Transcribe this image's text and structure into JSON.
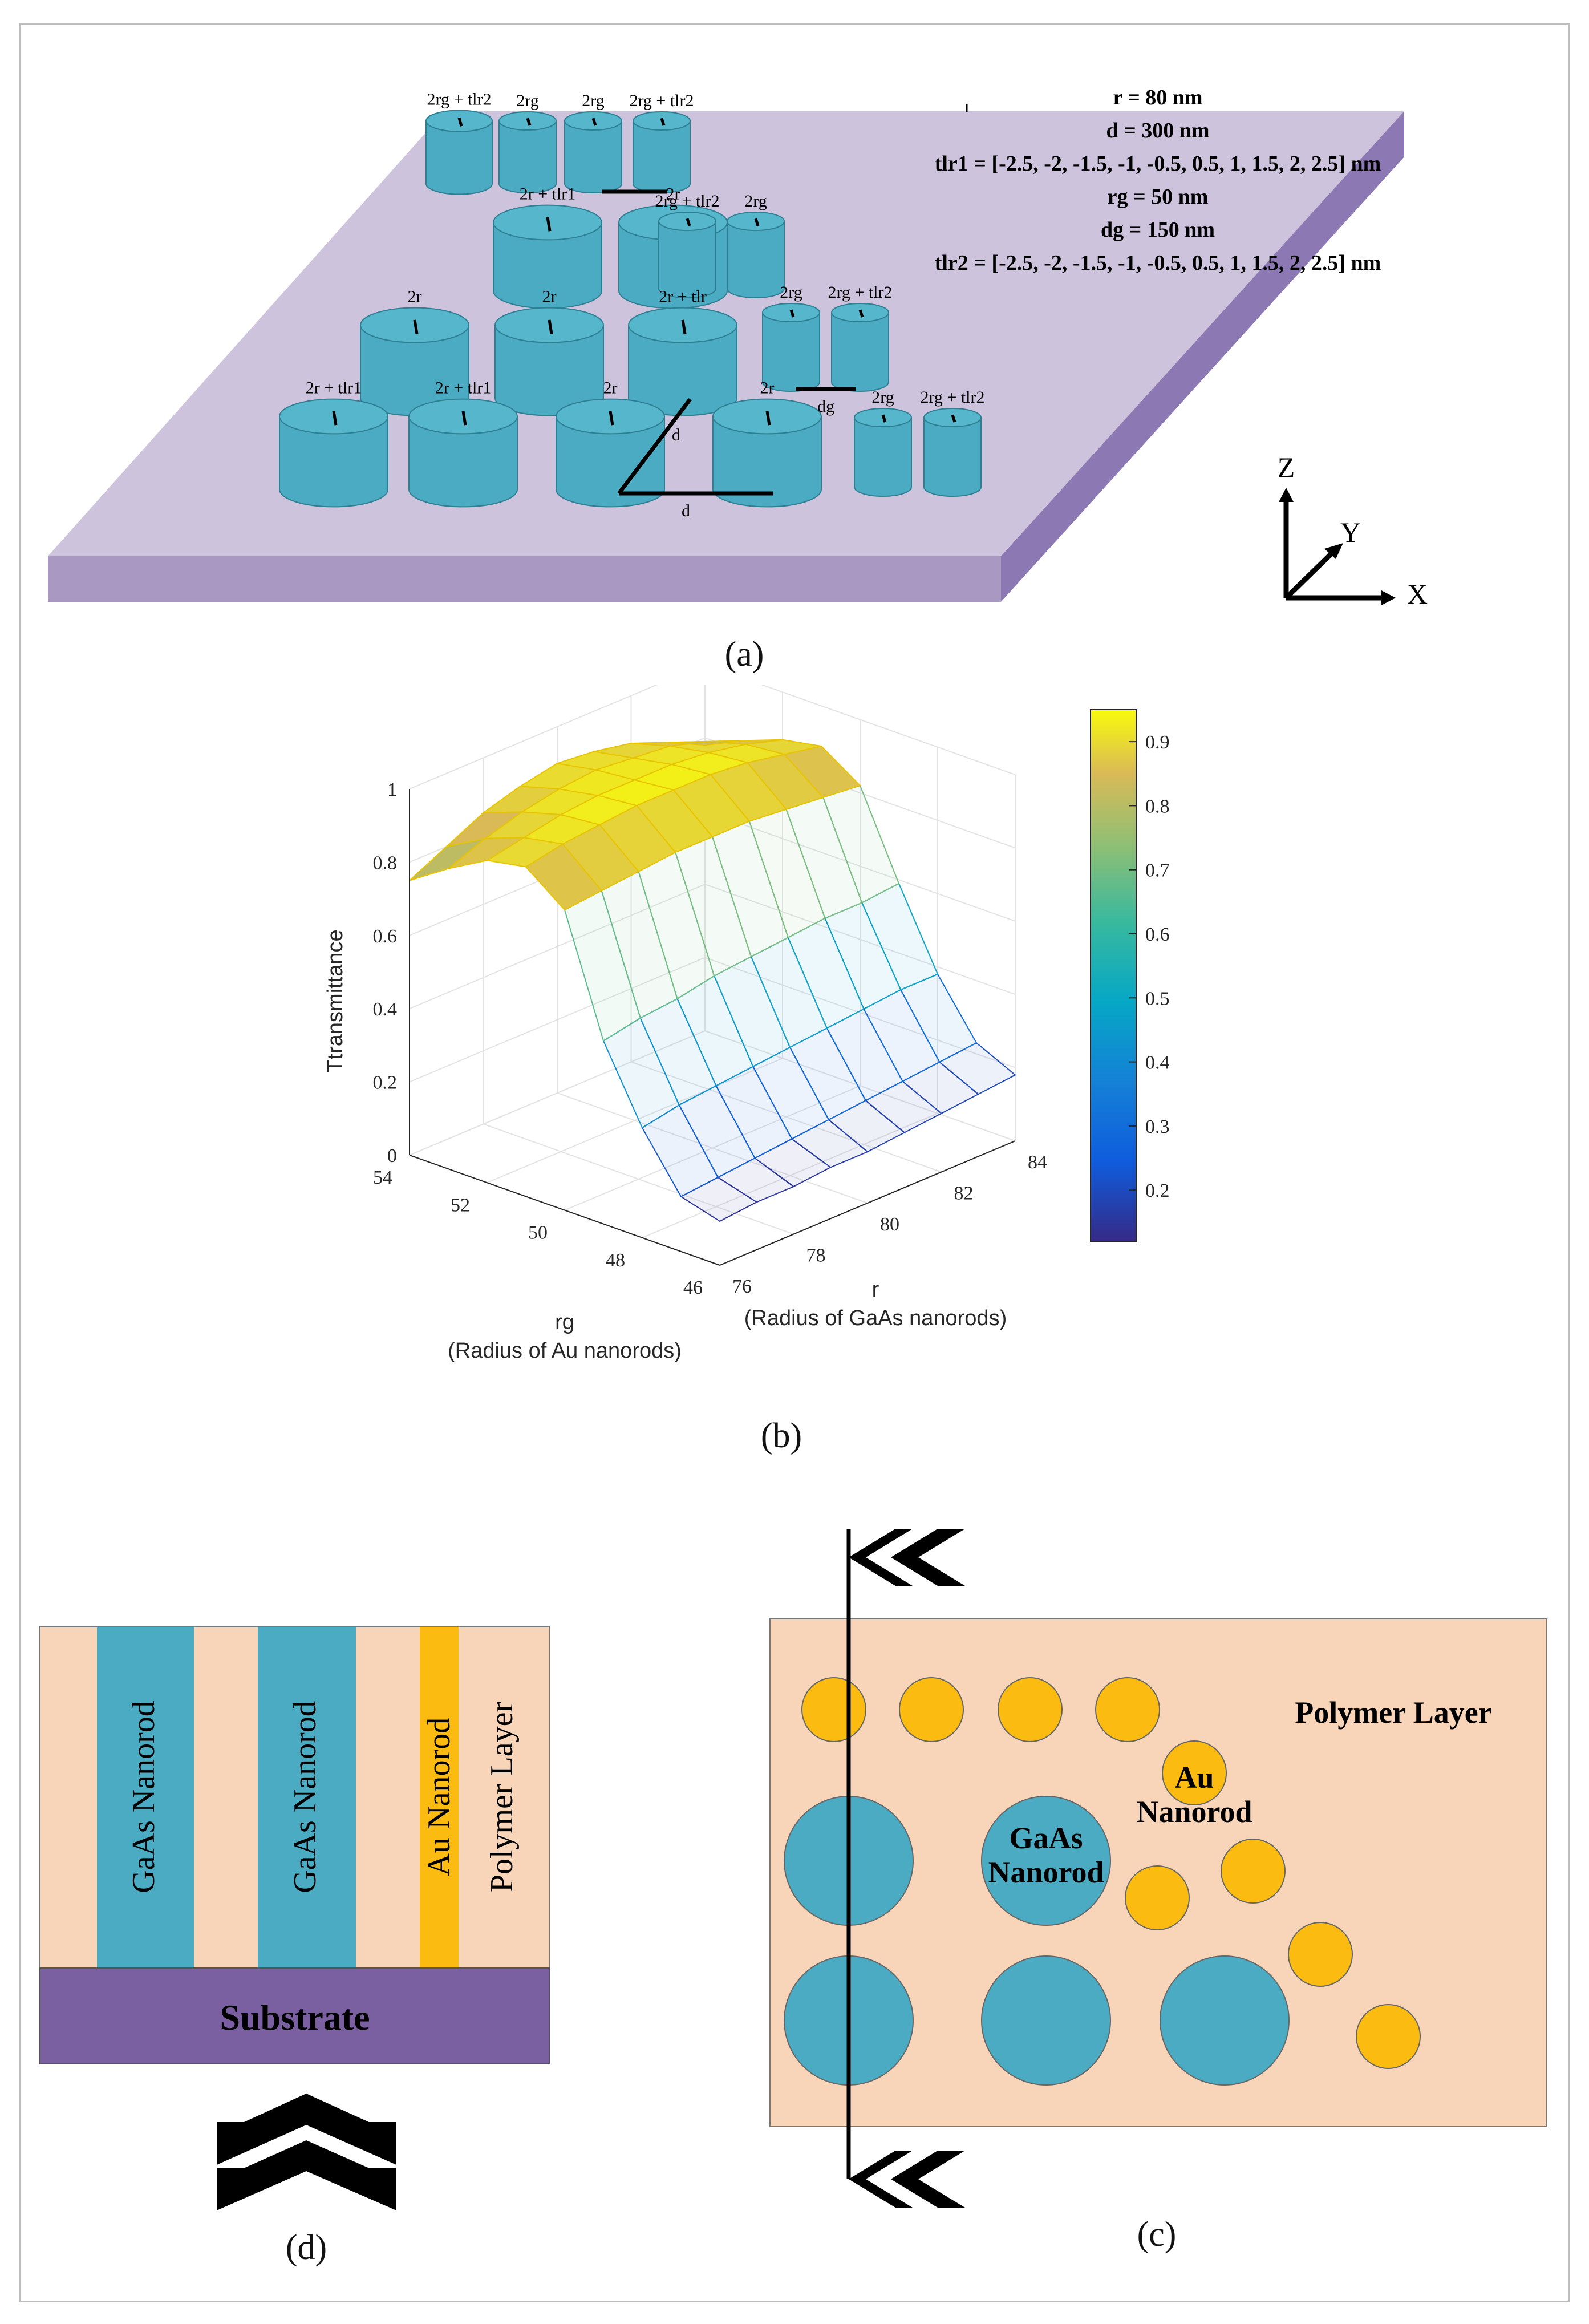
{
  "panel_a": {
    "caption": "(a)",
    "params": [
      "r = 80 nm",
      "d = 300 nm",
      "tlr1 = [-2.5, -2, -1.5, -1, -0.5, 0.5, 1, 1.5, 2, 2.5] nm",
      "rg = 50 nm",
      "dg = 150 nm",
      "tlr2 = [-2.5, -2, -1.5, -1, -0.5, 0.5, 1, 1.5, 2, 2.5] nm"
    ],
    "labels": {
      "row1": [
        "2rg + tlr2",
        "2rg",
        "2rg",
        "2rg + tlr2"
      ],
      "row2": [
        "2r + tlr1",
        "2r",
        "2rg + tlr2",
        "2rg"
      ],
      "row3": [
        "2r",
        "2r",
        "2r + tlr",
        "2rg",
        "2rg + tlr2"
      ],
      "row4": [
        "2r + tlr1",
        "2r + tlr1",
        "2r",
        "2r",
        "2rg",
        "2rg + tlr2"
      ],
      "d": "d",
      "dg": "dg"
    },
    "axes": {
      "z": "Z",
      "y": "Y",
      "x": "X"
    },
    "colors": {
      "substrate_top": "#cdc3dc",
      "substrate_side": "#a898c2",
      "substrate_right": "#8c78b2",
      "nanorod": "#4aabc2"
    }
  },
  "panel_b": {
    "caption": "(b)",
    "zlabel": "Ttransmittance",
    "xlabel": "rg",
    "xlabel_sub": "(Radius of Au nanorods)",
    "ylabel": "r",
    "ylabel_sub": "(Radius of GaAs nanorods)",
    "z_ticks": [
      "0",
      "0.2",
      "0.4",
      "0.6",
      "0.8",
      "1"
    ],
    "rg_ticks": [
      "54",
      "52",
      "50",
      "48",
      "46"
    ],
    "r_ticks": [
      "76",
      "78",
      "80",
      "82",
      "84"
    ],
    "colorbar_ticks": [
      "0.9",
      "0.8",
      "0.7",
      "0.6",
      "0.5",
      "0.4",
      "0.3",
      "0.2"
    ]
  },
  "chart_data": {
    "type": "surface",
    "title": "",
    "xlabel": "rg (Radius of Au nanorods)",
    "ylabel": "r (Radius of GaAs nanorods)",
    "zlabel": "Ttransmittance",
    "x_range": [
      46,
      54
    ],
    "y_range": [
      76,
      84
    ],
    "z_range": [
      0,
      1
    ],
    "colorbar_range": [
      0.12,
      0.95
    ],
    "colormap": "parula",
    "grid": true,
    "colorbar": "right",
    "x": [
      46,
      47,
      48,
      49,
      50,
      51,
      52,
      53,
      54
    ],
    "y": [
      76,
      77,
      78,
      79,
      80,
      81,
      82,
      83,
      84
    ],
    "z_by_rg": [
      [
        0.12,
        0.13,
        0.13,
        0.14,
        0.14,
        0.15,
        0.16,
        0.17,
        0.18
      ],
      [
        0.15,
        0.16,
        0.17,
        0.18,
        0.19,
        0.2,
        0.21,
        0.22,
        0.23
      ],
      [
        0.3,
        0.32,
        0.33,
        0.34,
        0.35,
        0.36,
        0.37,
        0.38,
        0.38
      ],
      [
        0.5,
        0.52,
        0.53,
        0.55,
        0.56,
        0.57,
        0.58,
        0.58,
        0.59
      ],
      [
        0.82,
        0.83,
        0.84,
        0.85,
        0.85,
        0.85,
        0.84,
        0.83,
        0.82
      ],
      [
        0.9,
        0.92,
        0.93,
        0.94,
        0.94,
        0.94,
        0.93,
        0.91,
        0.89
      ],
      [
        0.88,
        0.9,
        0.92,
        0.93,
        0.93,
        0.93,
        0.92,
        0.9,
        0.87
      ],
      [
        0.82,
        0.86,
        0.89,
        0.91,
        0.92,
        0.91,
        0.9,
        0.87,
        0.83
      ],
      [
        0.75,
        0.8,
        0.85,
        0.88,
        0.9,
        0.89,
        0.87,
        0.83,
        0.78
      ]
    ]
  },
  "panel_c": {
    "caption": "(c)",
    "polymer_label": "Polymer Layer",
    "au_label_1": "Au",
    "au_label_2": "Nanorod",
    "gaas_label_1": "GaAs",
    "gaas_label_2": "Nanorod",
    "colors": {
      "polymer": "#f8d5b8",
      "gaas": "#4aabc2",
      "au": "#fbbb10"
    }
  },
  "panel_d": {
    "caption": "(d)",
    "gaas_1": "GaAs Nanorod",
    "gaas_2": "GaAs Nanorod",
    "au": "Au Nanorod",
    "polymer": "Polymer Layer",
    "substrate": "Substrate",
    "colors": {
      "polymer": "#f8d5b8",
      "gaas": "#4aabc2",
      "au": "#fbbb10",
      "substrate": "#7a60a0"
    }
  }
}
